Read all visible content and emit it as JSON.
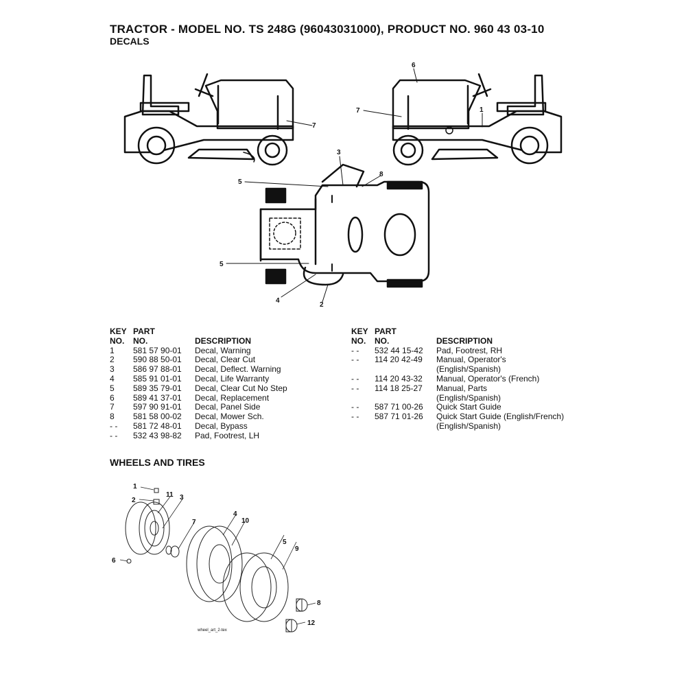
{
  "header": {
    "title": "TRACTOR - MODEL NO. TS 248G (96043031000), PRODUCT NO. 960 43 03-10",
    "subtitle": "DECALS"
  },
  "decal_callouts": [
    "1",
    "2",
    "3",
    "4",
    "5",
    "5",
    "6",
    "7",
    "7",
    "8"
  ],
  "table_headers": {
    "key_line1": "KEY",
    "key_line2": "NO.",
    "part_line1": "PART",
    "part_line2": "NO.",
    "description": "DESCRIPTION"
  },
  "left_table": [
    {
      "key": "1",
      "part": "581 57 90-01",
      "desc": "Decal, Warning"
    },
    {
      "key": "2",
      "part": "590 88 50-01",
      "desc": "Decal, Clear Cut"
    },
    {
      "key": "3",
      "part": "586 97 88-01",
      "desc": "Decal, Deflect. Warning"
    },
    {
      "key": "4",
      "part": "585 91 01-01",
      "desc": "Decal, Life Warranty"
    },
    {
      "key": "5",
      "part": "589 35 79-01",
      "desc": "Decal, Clear Cut No Step"
    },
    {
      "key": "6",
      "part": "589 41 37-01",
      "desc": "Decal, Replacement"
    },
    {
      "key": "7",
      "part": "597 90 91-01",
      "desc": "Decal, Panel Side"
    },
    {
      "key": "8",
      "part": "581 58 00-02",
      "desc": "Decal, Mower Sch."
    },
    {
      "key": "- -",
      "part": "581 72 48-01",
      "desc": "Decal, Bypass"
    },
    {
      "key": "- -",
      "part": "532 43 98-82",
      "desc": "Pad, Footrest, LH"
    }
  ],
  "right_table": [
    {
      "key": "- -",
      "part": "532 44 15-42",
      "desc": "Pad, Footrest, RH"
    },
    {
      "key": "- -",
      "part": "114 20 42-49",
      "desc": "Manual, Operator's"
    },
    {
      "key": "",
      "part": "",
      "desc": "(English/Spanish)"
    },
    {
      "key": "- -",
      "part": "114 20 43-32",
      "desc": "Manual, Operator's (French)"
    },
    {
      "key": "- -",
      "part": "114 18 25-27",
      "desc": "Manual, Parts"
    },
    {
      "key": "",
      "part": "",
      "desc": "(English/Spanish)"
    },
    {
      "key": "- -",
      "part": "587 71 00-26",
      "desc": "Quick Start Guide"
    },
    {
      "key": "- -",
      "part": "587 71 01-26",
      "desc": "Quick Start Guide (English/French)"
    },
    {
      "key": "",
      "part": "",
      "desc": "(English/Spanish)"
    }
  ],
  "wheels_section": {
    "title": "WHEELS AND TIRES",
    "callouts": [
      "1",
      "2",
      "11",
      "3",
      "7",
      "4",
      "10",
      "5",
      "9",
      "6",
      "8",
      "12"
    ],
    "art_label": "wheel_art_2-tex"
  }
}
